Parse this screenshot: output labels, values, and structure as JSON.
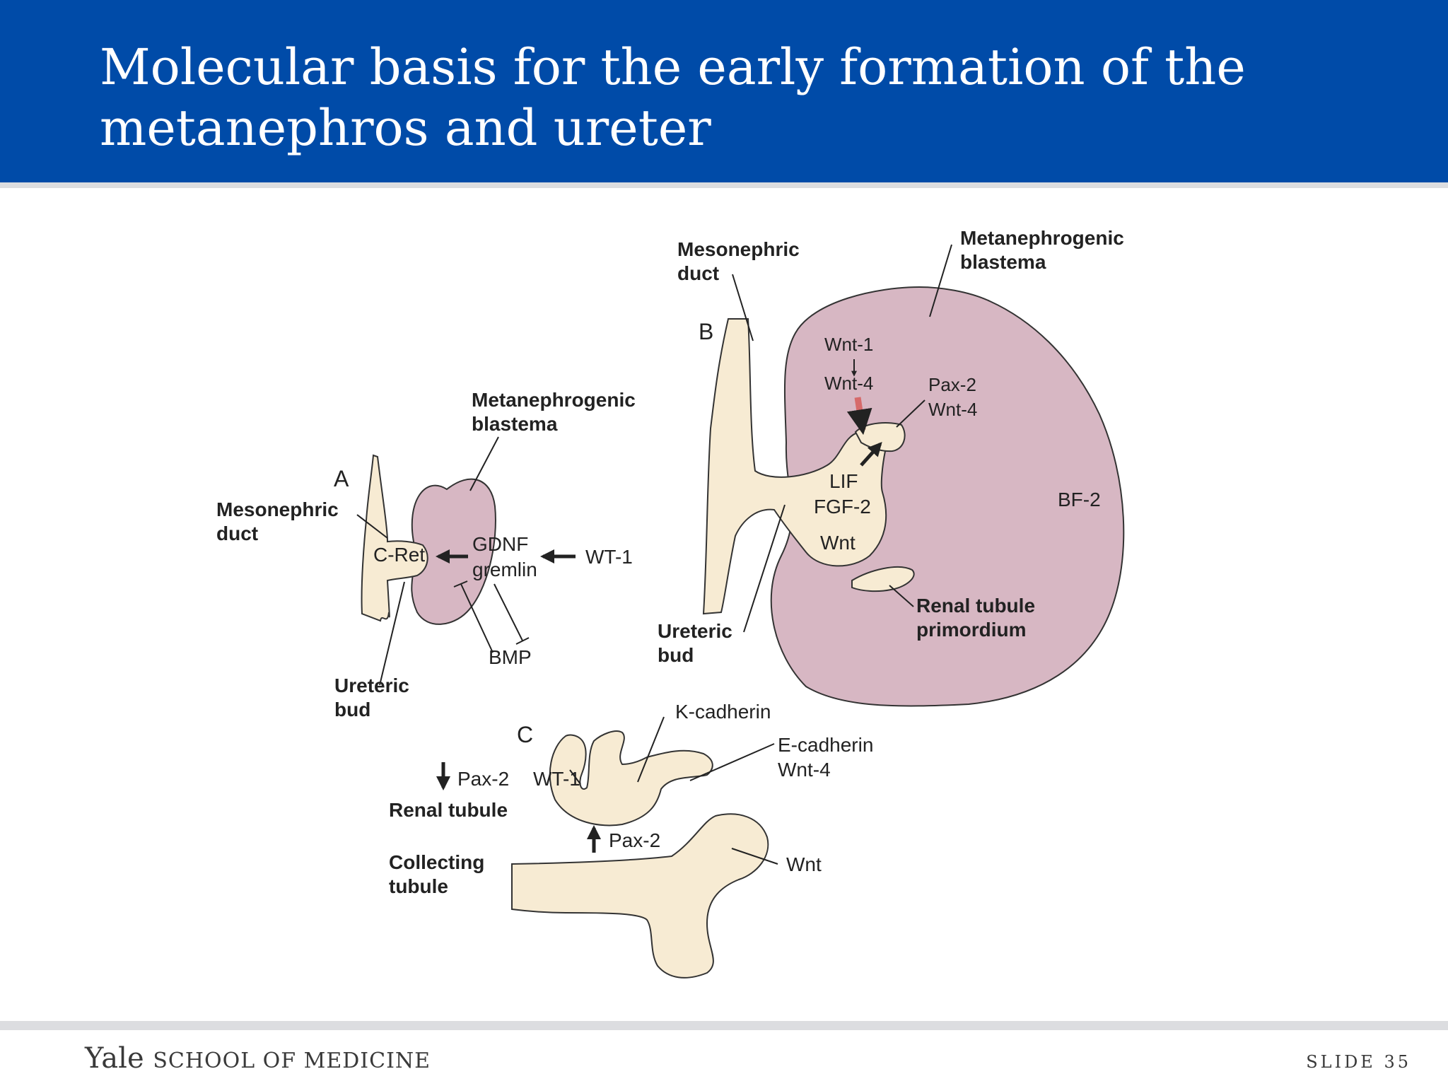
{
  "slide": {
    "title_line1": "Molecular basis for the early formation of the",
    "title_line2": "metanephros and ureter",
    "footer_logo_main": "Yale",
    "footer_logo_sub": "SCHOOL OF MEDICINE",
    "slide_number": "SLIDE 35"
  },
  "colors": {
    "header": "#004ba8",
    "blastema": "#d7b7c3",
    "epithelium": "#f7ebd3",
    "outline": "#333333",
    "induction_arrow": "#d66a6a"
  },
  "panel_a": {
    "letter": "A",
    "blastema_label_1": "Metanephrogenic",
    "blastema_label_2": "blastema",
    "duct_label_1": "Mesonephric",
    "duct_label_2": "duct",
    "c_ret": "C-Ret",
    "gdnf": "GDNF",
    "gremlin": "gremlin",
    "wt1": "WT-1",
    "bmp": "BMP",
    "bud_label_1": "Ureteric",
    "bud_label_2": "bud"
  },
  "panel_b": {
    "letter": "B",
    "duct_label_1": "Mesonephric",
    "duct_label_2": "duct",
    "blastema_label_1": "Metanephrogenic",
    "blastema_label_2": "blastema",
    "wnt1": "Wnt-1",
    "wnt4_left": "Wnt-4",
    "pax2": "Pax-2",
    "wnt4_right": "Wnt-4",
    "lif": "LIF",
    "fgf2": "FGF-2",
    "wnt": "Wnt",
    "bf2": "BF-2",
    "tubule_label_1": "Renal tubule",
    "tubule_label_2": "primordium",
    "bud_label_1": "Ureteric",
    "bud_label_2": "bud"
  },
  "panel_c": {
    "letter": "C",
    "k_cadherin": "K-cadherin",
    "e_cadherin": "E-cadherin",
    "wnt4": "Wnt-4",
    "pax2_down": "Pax-2",
    "wt1": "WT-1",
    "renal_tubule": "Renal tubule",
    "pax2_up": "Pax-2",
    "wnt": "Wnt",
    "collecting_1": "Collecting",
    "collecting_2": "tubule"
  }
}
